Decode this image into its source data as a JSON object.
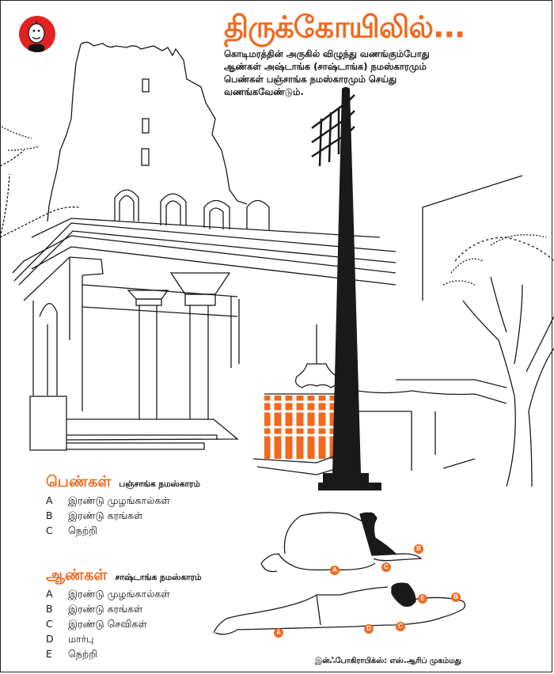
{
  "title": "திருக்கோயிலில்...",
  "intro": {
    "lines": [
      "கொடிமரத்தின் அருகில் விழுந்து வணங்கும்போது",
      "ஆண்கள் அஷ்டாங்க (சாஷ்டாங்க) நமஸ்காரமும்",
      "பெண்கள் பஞ்சாங்க நமஸ்காரமும் செய்து",
      "வணங்கவேண்டும்."
    ]
  },
  "women": {
    "title": "பெண்கள்",
    "subtitle": "பஞ்சாங்க நமஸ்காரம்",
    "parts": [
      {
        "letter": "A",
        "label": "இரண்டு முழங்கால்கள்"
      },
      {
        "letter": "B",
        "label": "இரண்டு கரங்கள்"
      },
      {
        "letter": "C",
        "label": "நெற்றி"
      }
    ],
    "figure_markers": [
      "A",
      "B",
      "C"
    ]
  },
  "men": {
    "title": "ஆண்கள்",
    "subtitle": "சாஷ்டாங்க நமஸ்காரம்",
    "parts": [
      {
        "letter": "A",
        "label": "இரண்டு முழங்கால்கள்"
      },
      {
        "letter": "B",
        "label": "இரண்டு கரங்கள்"
      },
      {
        "letter": "C",
        "label": "இரண்டு செவிகள்"
      },
      {
        "letter": "D",
        "label": "மார்பு"
      },
      {
        "letter": "E",
        "label": "நெற்றி"
      }
    ],
    "figure_markers": [
      "A",
      "B",
      "C",
      "D",
      "E"
    ]
  },
  "credit": "இன்ஃபோகிராபிக்ஸ்: எஸ்.ஆரிப் முகம்மது",
  "colors": {
    "accent": "#ef6a1f",
    "logo_red": "#e32222",
    "ink": "#1a1a1a"
  },
  "illustration": {
    "elements": [
      "temple-gopuram",
      "temple-mandapam",
      "flagpole-kodimaram",
      "balipeetam-altar",
      "tree-left",
      "tree-right",
      "woman-prostrating",
      "man-prostrating"
    ]
  }
}
